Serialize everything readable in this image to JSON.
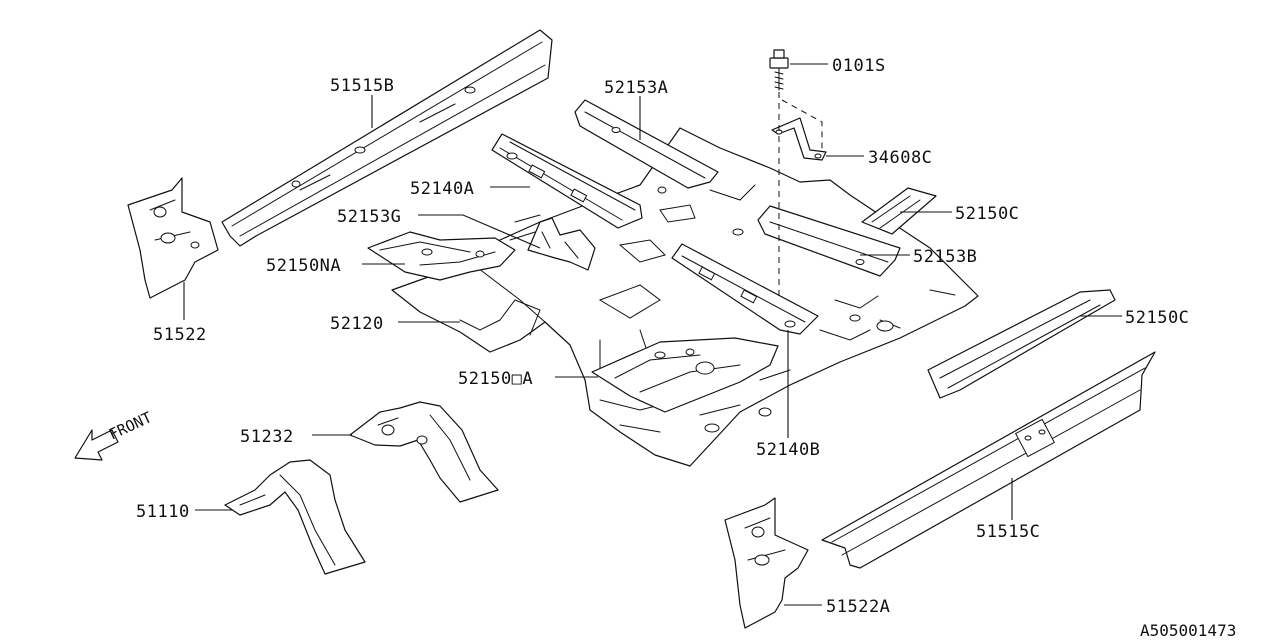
{
  "diagram": {
    "reference_code": "A505001473",
    "front_label": "FRONT",
    "parts": [
      {
        "id": "51515B",
        "label": "51515B"
      },
      {
        "id": "52153A",
        "label": "52153A"
      },
      {
        "id": "0101S",
        "label": "0101S"
      },
      {
        "id": "34608C",
        "label": "34608C"
      },
      {
        "id": "52140A",
        "label": "52140A"
      },
      {
        "id": "52150C-upper",
        "label": "52150C"
      },
      {
        "id": "52153G",
        "label": "52153G"
      },
      {
        "id": "52153B",
        "label": "52153B"
      },
      {
        "id": "52150NA",
        "label": "52150NA"
      },
      {
        "id": "52120",
        "label": "52120"
      },
      {
        "id": "52150C-lower",
        "label": "52150C"
      },
      {
        "id": "51522",
        "label": "51522"
      },
      {
        "id": "52150DA",
        "label": "52150□A"
      },
      {
        "id": "52140B",
        "label": "52140B"
      },
      {
        "id": "51232",
        "label": "51232"
      },
      {
        "id": "51110",
        "label": "51110"
      },
      {
        "id": "51515C",
        "label": "51515C"
      },
      {
        "id": "51522A",
        "label": "51522A"
      }
    ]
  }
}
